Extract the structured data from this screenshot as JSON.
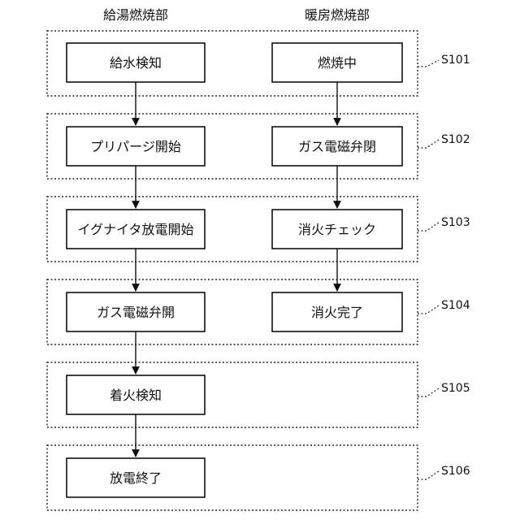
{
  "headers": {
    "left": "給湯燃焼部",
    "right": "暖房燃焼部"
  },
  "steps": [
    {
      "id": "S101",
      "left": "給水検知",
      "right": "燃焼中"
    },
    {
      "id": "S102",
      "left": "プリパージ開始",
      "right": "ガス電磁弁閉"
    },
    {
      "id": "S103",
      "left": "イグナイタ放電開始",
      "right": "消火チェック"
    },
    {
      "id": "S104",
      "left": "ガス電磁弁開",
      "right": "消火完了"
    },
    {
      "id": "S105",
      "left": "着火検知",
      "right": ""
    },
    {
      "id": "S106",
      "left": "放電終了",
      "right": ""
    }
  ]
}
